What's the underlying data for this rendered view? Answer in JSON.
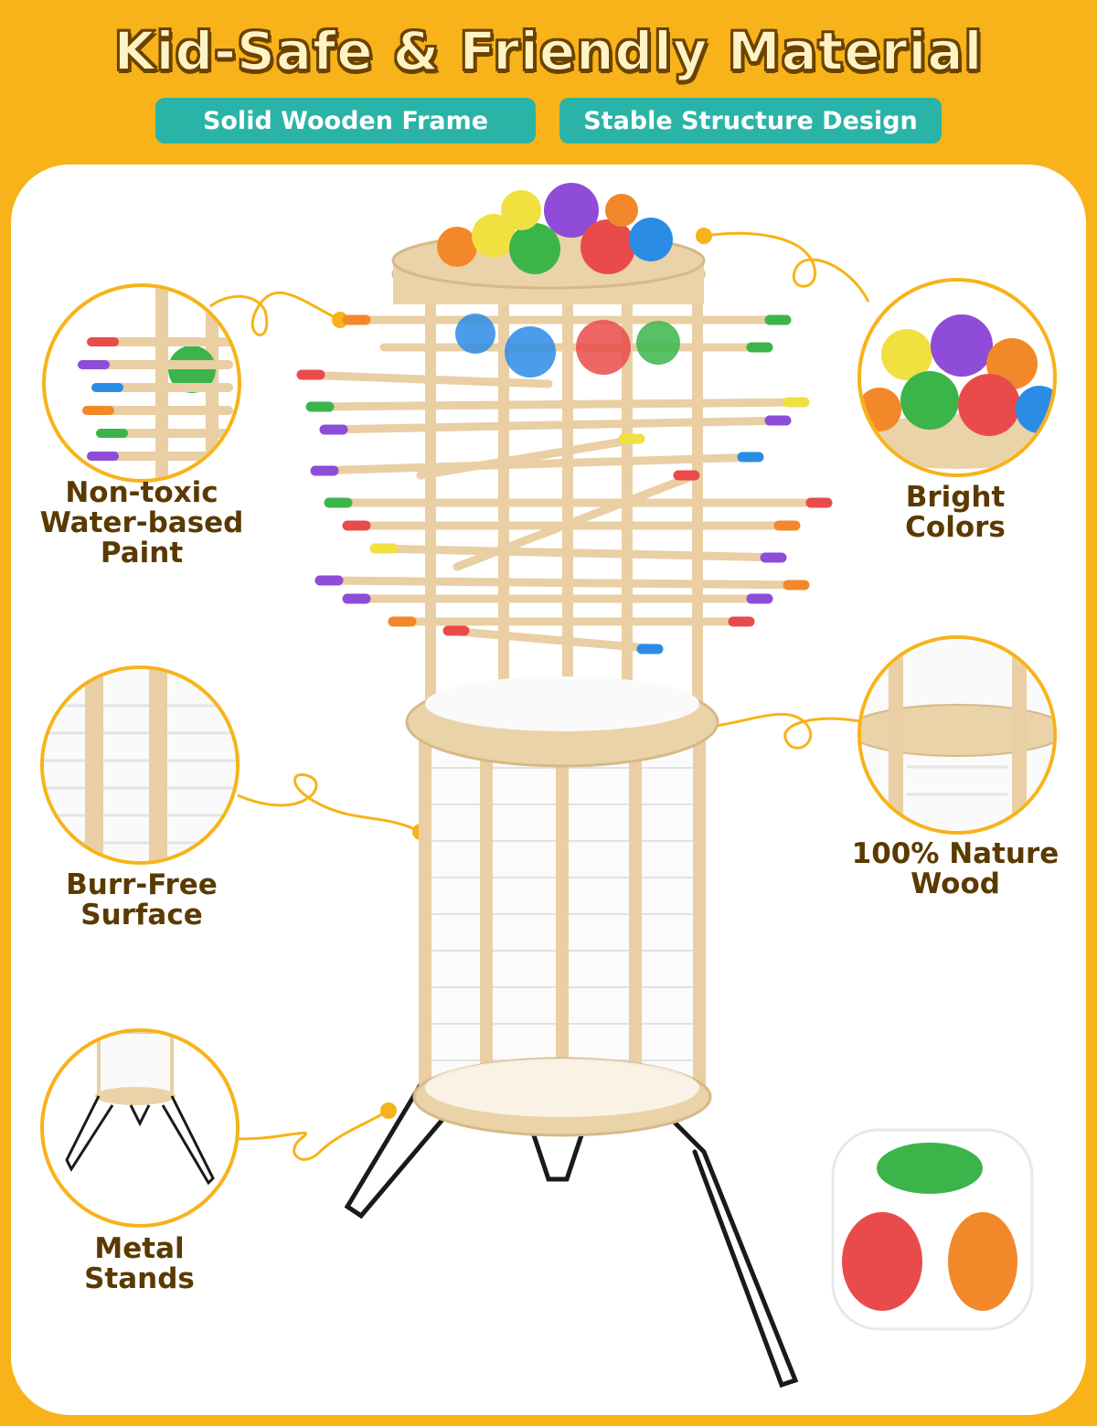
{
  "title": "Kid-Safe & Friendly Material",
  "badges": {
    "left": "Solid Wooden Frame",
    "right": "Stable Structure Design"
  },
  "features": {
    "paint": "Non-toxic Water-based Paint",
    "colors": "Bright Colors",
    "surface": "Burr-Free Surface",
    "wood": "100% Nature Wood",
    "stands": "Metal Stands"
  },
  "colors": {
    "background": "#F7B319",
    "panel": "#FFFFFF",
    "badge": "#2AB4A7",
    "label_text": "#5A3A00",
    "wood": "#E9CFA3",
    "connector": "#F7B319"
  },
  "icons": {
    "tower": "stick-tower-game",
    "balls": "colored-balls",
    "die": "color-die"
  }
}
